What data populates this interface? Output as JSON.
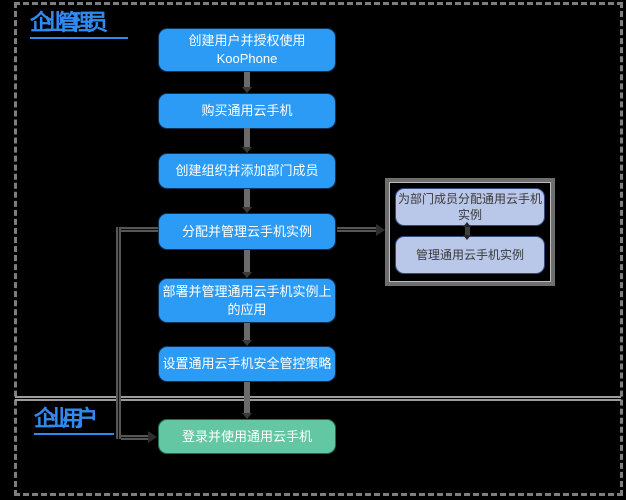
{
  "lanes": {
    "admin": "企业管理员",
    "user": "企业用户"
  },
  "flow": {
    "admin_steps": [
      {
        "id": "create-user-authorize",
        "label": "创建用户并授权使用\nKooPhone"
      },
      {
        "id": "buy-cloud-phone",
        "label": "购买通用云手机"
      },
      {
        "id": "create-org-add-members",
        "label": "创建组织并添加部门成员"
      },
      {
        "id": "assign-manage-instances",
        "label": "分配并管理云手机实例"
      },
      {
        "id": "deploy-manage-apps",
        "label": "部署并管理通用云手机实例上\n的应用"
      },
      {
        "id": "set-security-policy",
        "label": "设置通用云手机安全管控策略"
      }
    ],
    "subgroup_steps": [
      {
        "id": "allocate-instances-to-members",
        "label": "为部门成员分配通用云手机\n实例"
      },
      {
        "id": "manage-instances",
        "label": "管理通用云手机实例"
      }
    ],
    "user_step": {
      "id": "login-use-cloud-phone",
      "label": "登录并使用通用云手机"
    }
  },
  "colors": {
    "background": "#000000",
    "process_node_fill": "#2b9bf6",
    "final_node_fill": "#63c7a4",
    "subgroup_node_fill": "#b9c7e9",
    "lane_label_text": "#2f8af2",
    "frame_border": "#7e7e7e",
    "connector_gray": "#6a6a6a"
  }
}
